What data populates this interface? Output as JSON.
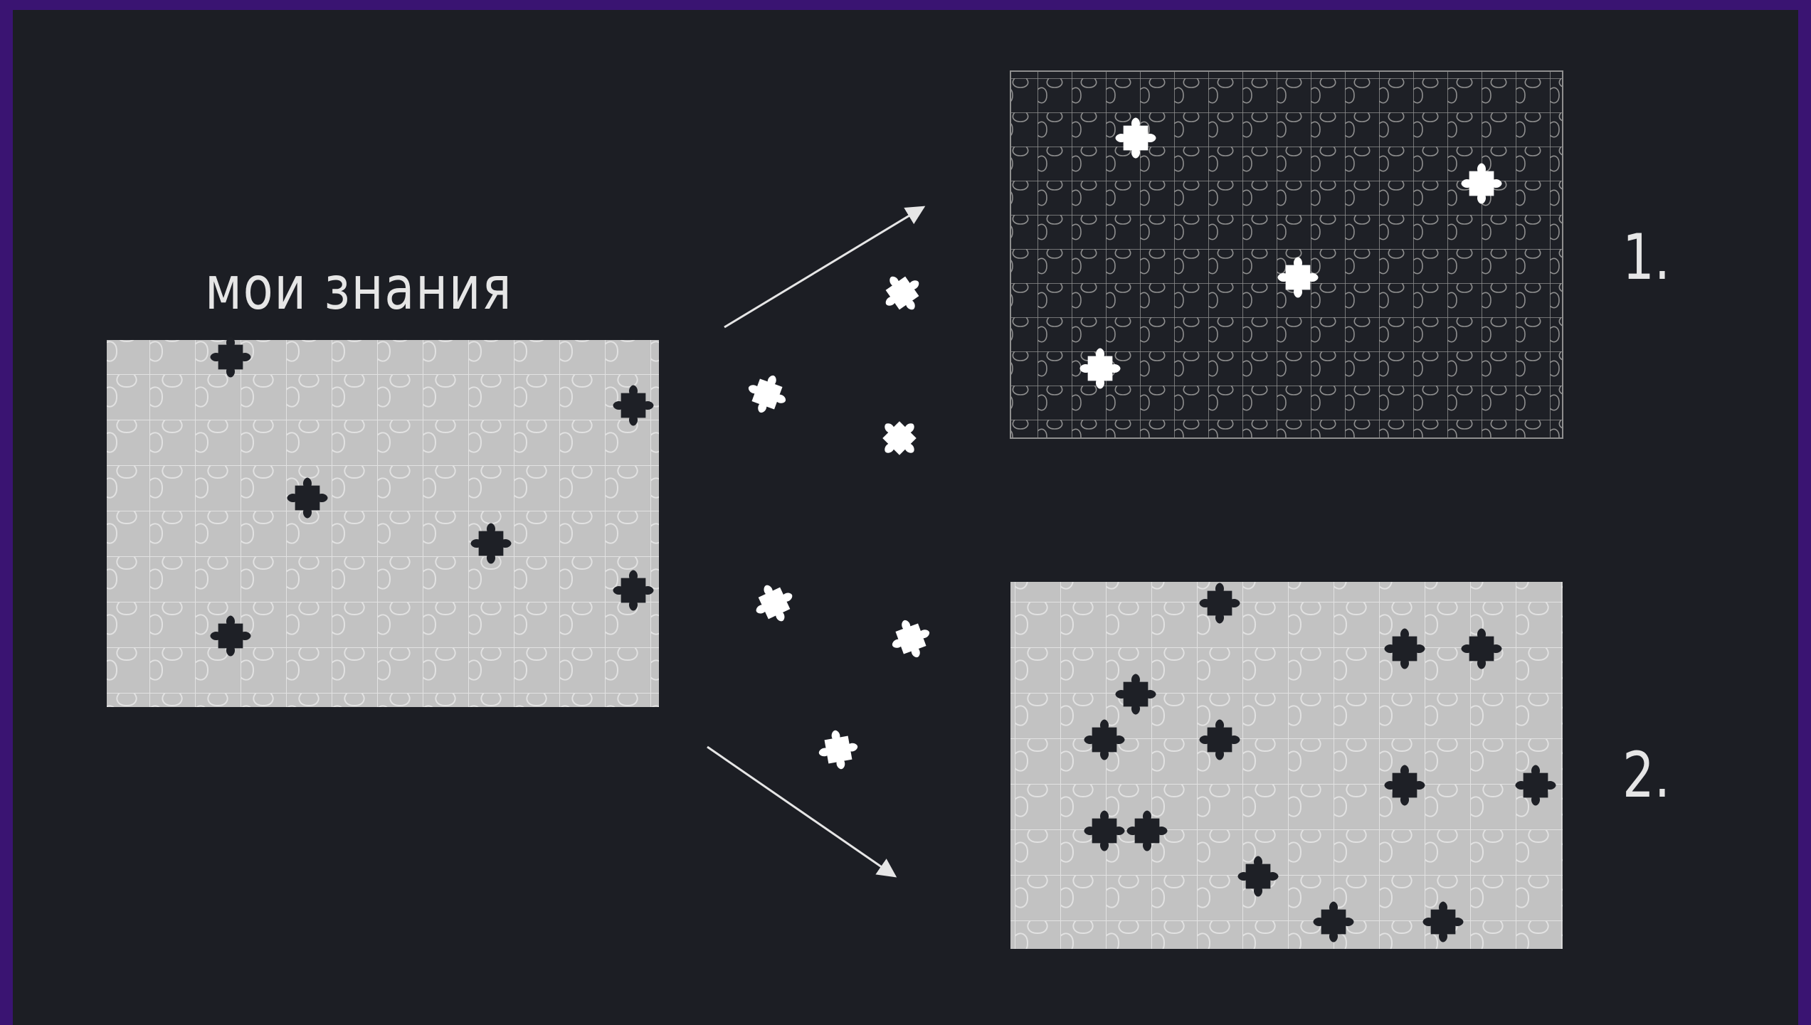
{
  "caption": "мои знания",
  "options": [
    {
      "label": "1."
    },
    {
      "label": "2."
    }
  ],
  "colors": {
    "frame": "#3a1472",
    "background": "#1c1e24",
    "light_puzzle": "#c2c2c2",
    "dark_puzzle": "#1e2026",
    "piece_white": "#ffffff",
    "piece_dark": "#1e2026"
  }
}
